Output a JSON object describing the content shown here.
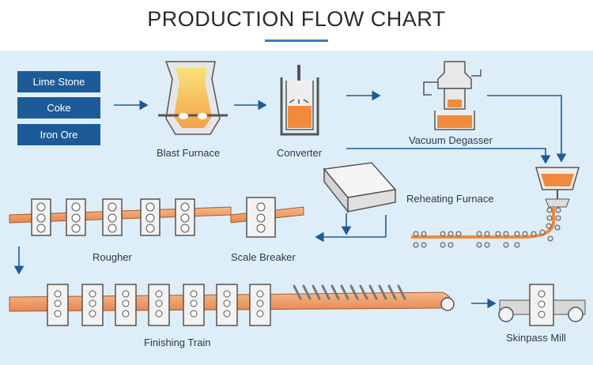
{
  "title": "PRODUCTION FLOW CHART",
  "raw_materials": [
    "Lime Stone",
    "Coke",
    "Iron Ore"
  ],
  "stages": {
    "blast_furnace": "Blast Furnace",
    "converter": "Converter",
    "vacuum_degasser": "Vacuum Degasser",
    "reheating_furnace": "Reheating Furnace",
    "rougher": "Rougher",
    "scale_breaker": "Scale Breaker",
    "finishing_train": "Finishing Train",
    "skinpass_mill": "Skinpass Mill"
  },
  "colors": {
    "accent": "#1d5b98",
    "arrow": "#1d5b98",
    "background": "#deeef8",
    "molten": "#f08a3c",
    "hot_metal": "#f5d060",
    "strip": "#f2a26b"
  }
}
